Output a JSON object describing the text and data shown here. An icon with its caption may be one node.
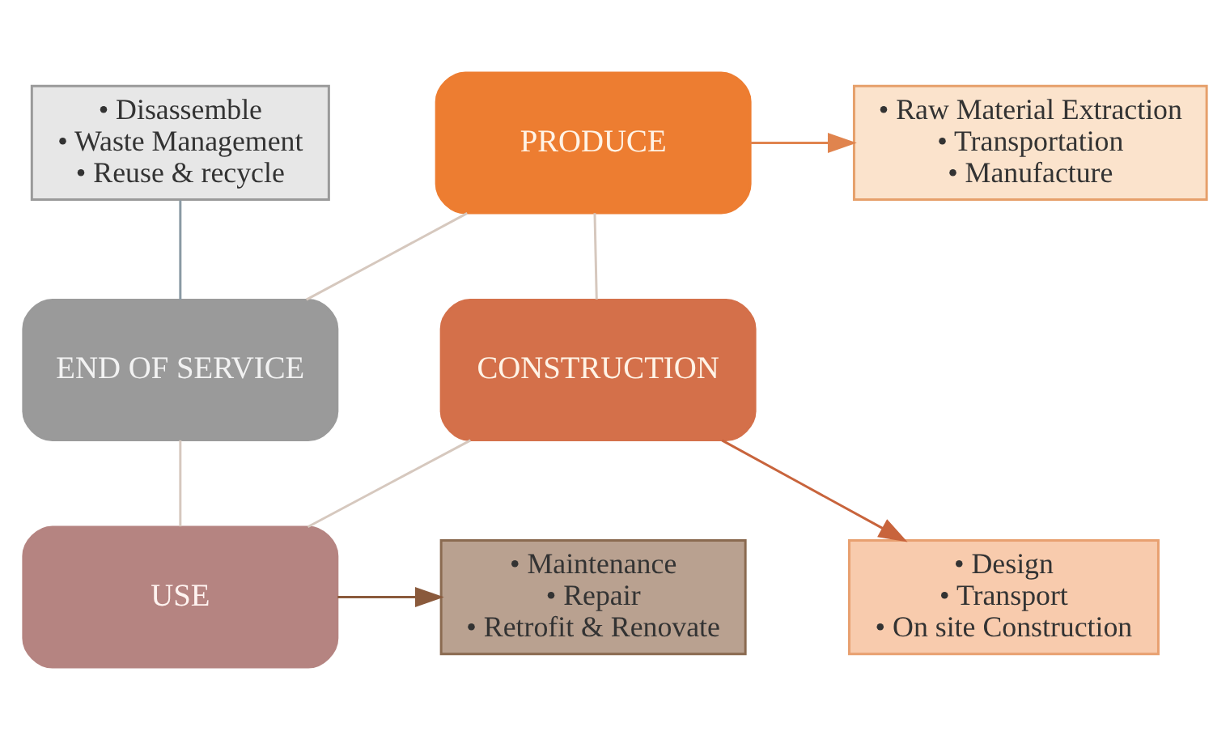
{
  "diagram": {
    "nodes": [
      {
        "text": [
          "• Disassemble",
          "• Waste Management",
          "• Reuse & recycle"
        ]
      },
      {
        "text": [
          "PRODUCE"
        ]
      },
      {
        "text": [
          "• Raw Material Extraction",
          "• Transportation",
          "• Manufacture"
        ]
      },
      {
        "text": [
          "END OF SERVICE"
        ]
      },
      {
        "text": [
          "CONSTRUCTION"
        ]
      },
      {
        "text": [
          "• Design",
          "• Transport",
          "• On site Construction"
        ]
      },
      {
        "text": [
          "USE"
        ]
      },
      {
        "text": [
          "• Maintenance",
          "• Repair",
          "• Retrofit & Renovate"
        ]
      }
    ],
    "edges": [
      {
        "from": 1,
        "to": 4,
        "arrow": "none"
      },
      {
        "from": 4,
        "to": 6,
        "arrow": "none"
      },
      {
        "from": 6,
        "to": 3,
        "arrow": "none"
      },
      {
        "from": 3,
        "to": 1,
        "arrow": "none"
      },
      {
        "from": 1,
        "to": 2,
        "arrow": "to",
        "color": "#e0844e"
      },
      {
        "from": 4,
        "to": 5,
        "arrow": "to",
        "color": "#c8643c"
      },
      {
        "from": 6,
        "to": 7,
        "arrow": "to",
        "color": "#8a5a3c"
      },
      {
        "from": 3,
        "to": 0,
        "arrow": "none",
        "color": "#8a9aa4"
      }
    ]
  }
}
